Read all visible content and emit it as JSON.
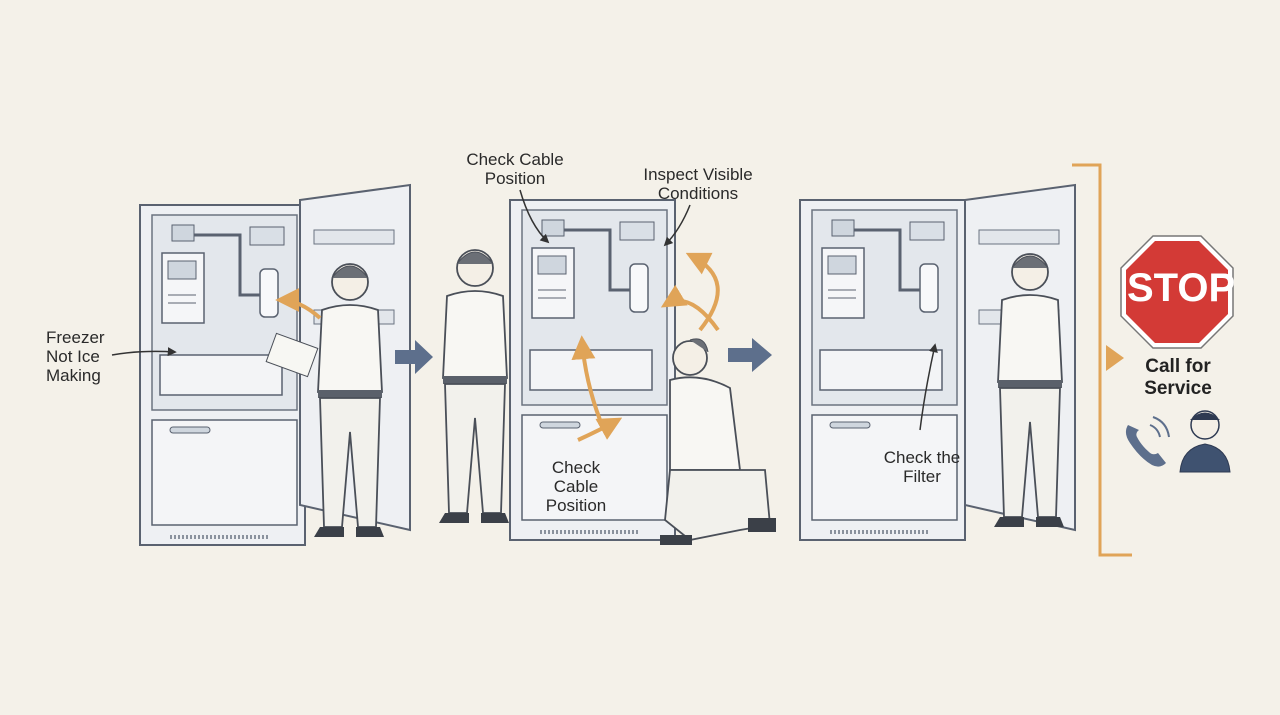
{
  "steps": [
    {
      "id": "step-1",
      "labels": [
        "Freezer\nNot Ice\nMaking"
      ]
    },
    {
      "id": "step-2",
      "labels": [
        "Check Cable\nPosition",
        "Inspect Visible\nConditions",
        "Check\nCable\nPosition"
      ]
    },
    {
      "id": "step-3",
      "labels": [
        "Check the\nFilter"
      ]
    },
    {
      "id": "step-4",
      "stop_sign_text": "STOP",
      "action_label": "Call for\nService"
    }
  ],
  "icons": [
    "refrigerator-icon",
    "technician-icon",
    "flow-arrow-icon",
    "stop-sign-icon",
    "phone-icon",
    "service-person-icon"
  ],
  "colors": {
    "background": "#f4f1e9",
    "flow_arrow": "#5d6f8c",
    "accent_orange": "#e0a458",
    "stop_red": "#d33a36",
    "line": "#5a6270"
  }
}
